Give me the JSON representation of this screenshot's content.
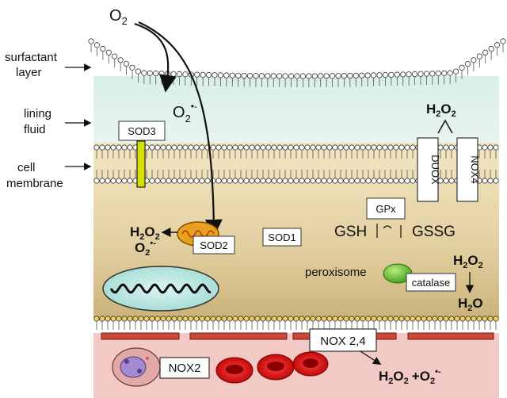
{
  "labels": {
    "surfactant": [
      "surfactant",
      "layer"
    ],
    "lining_fluid": [
      "lining",
      "fluid"
    ],
    "cell_membrane": [
      "cell",
      "membrane"
    ]
  },
  "o2": {
    "base": "O",
    "sub": "2"
  },
  "superoxide": {
    "base": "O",
    "sub": "2",
    "sup": "•-"
  },
  "enzymes": {
    "sod3": "SOD3",
    "sod1": "SOD1",
    "sod2": "SOD2",
    "gpx": "GPx",
    "duox": "DUOX",
    "nox4": "NOX4",
    "catalase": "catalase",
    "nox24": "NOX 2,4",
    "nox2": "NOX2"
  },
  "glutathione": {
    "gsh": "GSH",
    "gssg": "GSSG"
  },
  "peroxisome": "peroxisome",
  "h2o2": {
    "h": "H",
    "sub1": "2",
    "o": "O",
    "sub2": "2"
  },
  "water": {
    "h": "H",
    "sub": "2",
    "o": "O"
  },
  "plus": "+"
}
